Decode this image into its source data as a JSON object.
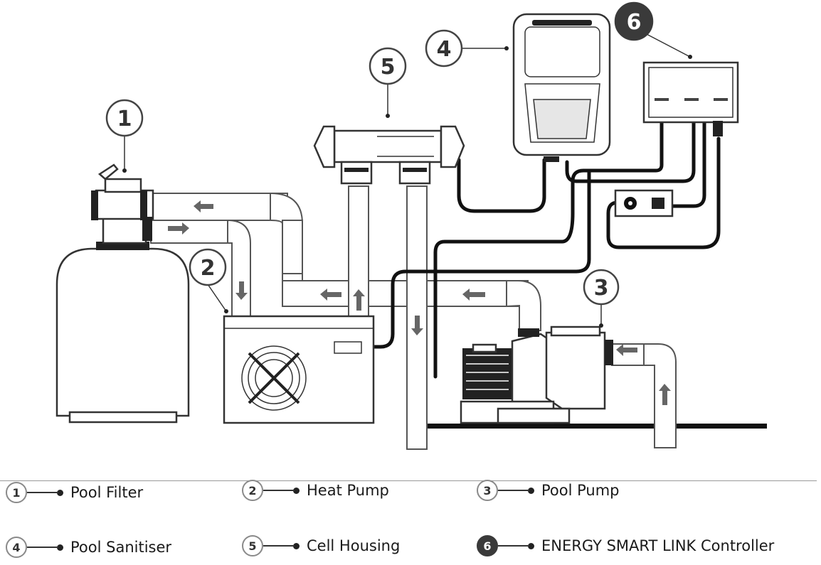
{
  "diagram": {
    "callouts": [
      {
        "number": "1",
        "component": "Pool Filter",
        "filled": false
      },
      {
        "number": "2",
        "component": "Heat Pump",
        "filled": false
      },
      {
        "number": "3",
        "component": "Pool Pump",
        "filled": false
      },
      {
        "number": "4",
        "component": "Pool Sanitiser",
        "filled": false
      },
      {
        "number": "5",
        "component": "Cell Housing",
        "filled": false
      },
      {
        "number": "6",
        "component": "ENERGY SMART LINK Controller",
        "filled": true
      }
    ]
  },
  "legend": {
    "items": [
      {
        "number": "1",
        "label": "Pool Filter"
      },
      {
        "number": "2",
        "label": "Heat Pump"
      },
      {
        "number": "3",
        "label": "Pool Pump"
      },
      {
        "number": "4",
        "label": "Pool Sanitiser"
      },
      {
        "number": "5",
        "label": "Cell Housing"
      },
      {
        "number": "6",
        "label": "ENERGY SMART LINK Controller"
      }
    ]
  },
  "colors": {
    "line": "#333333",
    "cable": "#111111",
    "filled_badge": "#3a3a3a",
    "arrow": "#666666"
  }
}
